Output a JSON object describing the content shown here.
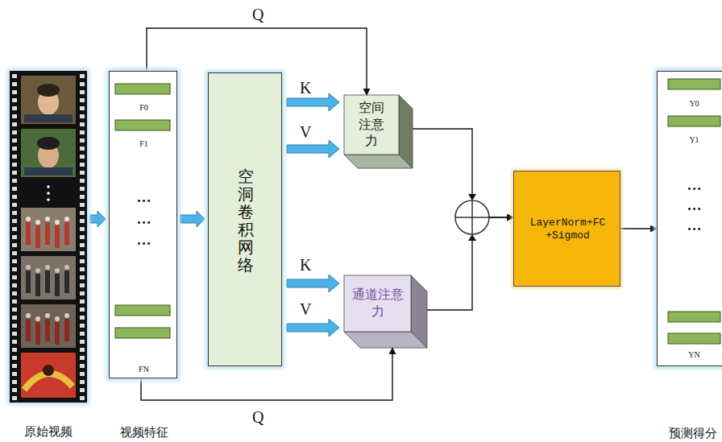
{
  "diagram": {
    "nodes": [
      {
        "text": [
          "原始视频"
        ]
      },
      {
        "text": [
          "F0",
          "F1",
          "…",
          "…",
          "…",
          "FN",
          "视频特征"
        ]
      },
      {
        "text": [
          "空洞卷积网络"
        ]
      },
      {
        "text": [
          "空间注意力"
        ]
      },
      {
        "text": [
          "通道注意力"
        ]
      },
      {
        "text": [
          "LayerNorm+FC +Sigmod"
        ]
      },
      {
        "text": [
          "Y0",
          "Y1",
          "…",
          "…",
          "…",
          "YN",
          "预测得分"
        ]
      }
    ],
    "edges": [
      {
        "from": 0,
        "to": 1,
        "arrow": "to"
      },
      {
        "from": 1,
        "to": 2,
        "arrow": "to"
      },
      {
        "from": 1,
        "to": 3,
        "label": "Q",
        "arrow": "to"
      },
      {
        "from": 2,
        "to": 3,
        "label": "K",
        "arrow": "to"
      },
      {
        "from": 2,
        "to": 3,
        "label": "V",
        "arrow": "to"
      },
      {
        "from": 2,
        "to": 4,
        "label": "K",
        "arrow": "to"
      },
      {
        "from": 2,
        "to": 4,
        "label": "V",
        "arrow": "to"
      },
      {
        "from": 1,
        "to": 4,
        "label": "Q",
        "arrow": "to"
      },
      {
        "from": 3,
        "to": 5,
        "arrow": "to"
      },
      {
        "from": 4,
        "to": 5,
        "arrow": "to"
      },
      {
        "from": 5,
        "to": 6,
        "arrow": "to"
      }
    ]
  }
}
